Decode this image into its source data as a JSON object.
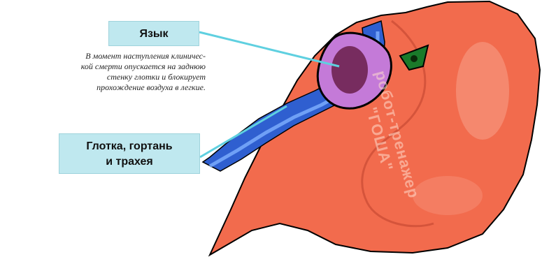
{
  "labels": {
    "tongue": "Язык",
    "throat_line1": "Глотка, гортань",
    "throat_line2": "и трахея"
  },
  "caption": {
    "lines": [
      "В момент наступления клиничес-",
      "кой смерти опускается на заднюю",
      "стенку глотки и блокирует",
      "прохождение воздуха в легкие."
    ]
  },
  "watermark": {
    "line1": "робот-тренажер",
    "line2": "\"ГОША\""
  },
  "colors": {
    "skin": "#f26b4d",
    "skin_highlight": "#f8a08a",
    "airway": "#2f5fd0",
    "airway_light": "#7fb0ff",
    "tongue": "#c47ad8",
    "label_bg": "#bfe8ef",
    "pointer_line": "#5fd0e0"
  }
}
